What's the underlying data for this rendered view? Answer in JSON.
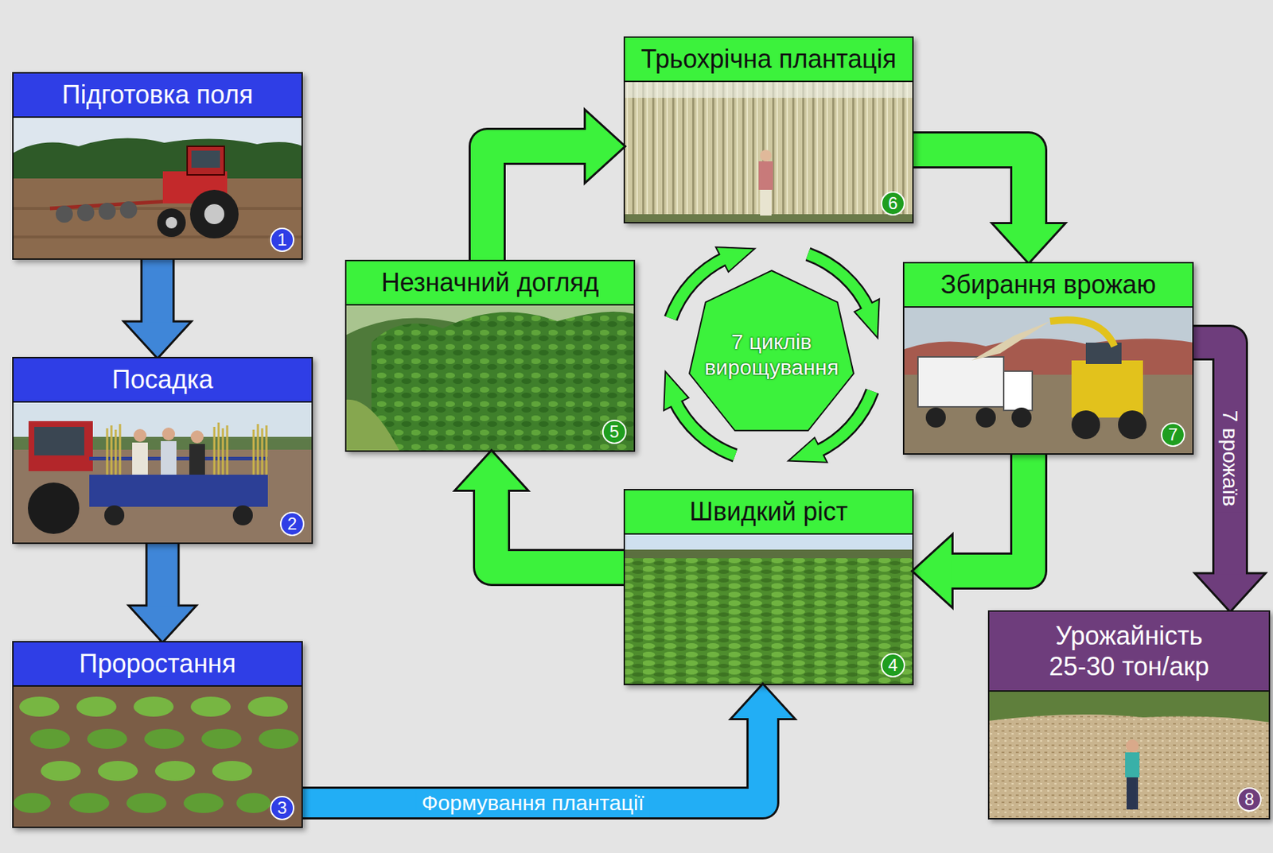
{
  "diagram": {
    "nodes": [
      {
        "text": [
          "Підготовка поля"
        ]
      },
      {
        "text": [
          "Посадка"
        ]
      },
      {
        "text": [
          "Проростання"
        ]
      },
      {
        "text": [
          "Швидкий ріст"
        ]
      },
      {
        "text": [
          "Незначний догляд"
        ]
      },
      {
        "text": [
          "Трьохрічна плантація"
        ]
      },
      {
        "text": [
          "Збирання врожаю"
        ]
      },
      {
        "text": [
          "Урожайність 25-30 тон/акр"
        ]
      },
      {
        "text": [
          "7 циклів вирощування"
        ]
      }
    ],
    "edges": [
      {
        "from": 0,
        "to": 1,
        "arrow": "to"
      },
      {
        "from": 1,
        "to": 2,
        "arrow": "to"
      },
      {
        "from": 2,
        "to": 3,
        "arrow": "to",
        "label": "Формування плантації"
      },
      {
        "from": 3,
        "to": 4,
        "arrow": "to"
      },
      {
        "from": 4,
        "to": 5,
        "arrow": "to"
      },
      {
        "from": 5,
        "to": 6,
        "arrow": "to"
      },
      {
        "from": 6,
        "to": 3,
        "arrow": "to"
      },
      {
        "from": 6,
        "to": 7,
        "arrow": "to",
        "label": "7 врожаїв"
      }
    ],
    "labels": [
      "1",
      "2",
      "3",
      "4",
      "5",
      "6",
      "7",
      "8"
    ]
  }
}
